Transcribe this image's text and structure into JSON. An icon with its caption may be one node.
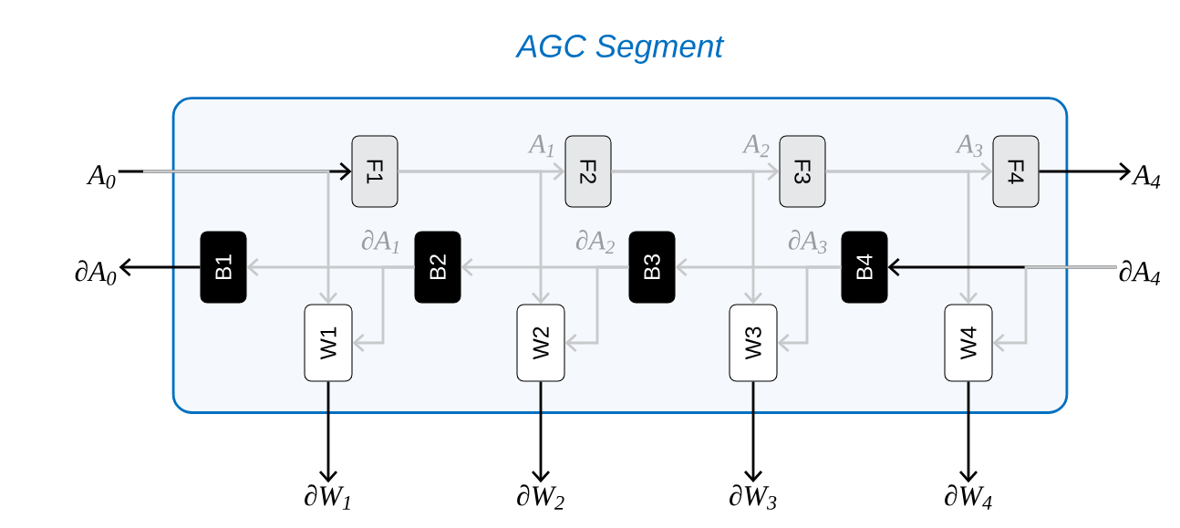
{
  "diagram": {
    "nodes": [
      {
        "text": [
          "AGC Segment"
        ]
      },
      {
        "text": [
          "F1"
        ],
        "in": 0
      },
      {
        "text": [
          "F2"
        ],
        "in": 0
      },
      {
        "text": [
          "F3"
        ],
        "in": 0
      },
      {
        "text": [
          "F4"
        ],
        "in": 0
      },
      {
        "text": [
          "B1"
        ],
        "in": 0
      },
      {
        "text": [
          "B2"
        ],
        "in": 0
      },
      {
        "text": [
          "B3"
        ],
        "in": 0
      },
      {
        "text": [
          "B4"
        ],
        "in": 0
      },
      {
        "text": [
          "W1"
        ],
        "in": 0
      },
      {
        "text": [
          "W2"
        ],
        "in": 0
      },
      {
        "text": [
          "W3"
        ],
        "in": 0
      },
      {
        "text": [
          "W4"
        ],
        "in": 0
      },
      {
        "text": [
          "A$_{0}$"
        ]
      },
      {
        "text": [
          "A$_{4}$"
        ]
      },
      {
        "text": [
          "∂A$_{0}$"
        ]
      },
      {
        "text": [
          "∂A$_{4}$"
        ]
      },
      {
        "text": [
          "∂W$_{1}$"
        ]
      },
      {
        "text": [
          "∂W$_{2}$"
        ]
      },
      {
        "text": [
          "∂W$_{3}$"
        ]
      },
      {
        "text": [
          "∂W$_{4}$"
        ]
      }
    ],
    "edges": [
      {
        "from": 13,
        "to": 1,
        "arrow": "to",
        "color": "#000000"
      },
      {
        "from": 13,
        "to": 9,
        "arrow": "to"
      },
      {
        "from": 1,
        "to": 2,
        "arrow": "to",
        "label": "A$_{1}$"
      },
      {
        "from": 1,
        "to": 10,
        "arrow": "to"
      },
      {
        "from": 2,
        "to": 3,
        "arrow": "to",
        "label": "A$_{2}$"
      },
      {
        "from": 2,
        "to": 11,
        "arrow": "to"
      },
      {
        "from": 3,
        "to": 4,
        "arrow": "to",
        "label": "A$_{3}$"
      },
      {
        "from": 3,
        "to": 12,
        "arrow": "to"
      },
      {
        "from": 4,
        "to": 14,
        "arrow": "to",
        "color": "#000000"
      },
      {
        "from": 16,
        "to": 8,
        "arrow": "to",
        "color": "#000000"
      },
      {
        "from": 16,
        "to": 12,
        "arrow": "to"
      },
      {
        "from": 8,
        "to": 7,
        "arrow": "to",
        "label": "∂A$_{3}$"
      },
      {
        "from": 8,
        "to": 11,
        "arrow": "to"
      },
      {
        "from": 7,
        "to": 6,
        "arrow": "to",
        "label": "∂A$_{2}$"
      },
      {
        "from": 7,
        "to": 10,
        "arrow": "to"
      },
      {
        "from": 6,
        "to": 5,
        "arrow": "to",
        "label": "∂A$_{1}$"
      },
      {
        "from": 6,
        "to": 9,
        "arrow": "to"
      },
      {
        "from": 5,
        "to": 15,
        "arrow": "to",
        "color": "#000000"
      },
      {
        "from": 9,
        "to": 17,
        "arrow": "to",
        "color": "#000000"
      },
      {
        "from": 10,
        "to": 18,
        "arrow": "to",
        "color": "#000000"
      },
      {
        "from": 11,
        "to": 19,
        "arrow": "to",
        "color": "#000000"
      },
      {
        "from": 12,
        "to": 20,
        "arrow": "to",
        "color": "#000000"
      }
    ]
  }
}
